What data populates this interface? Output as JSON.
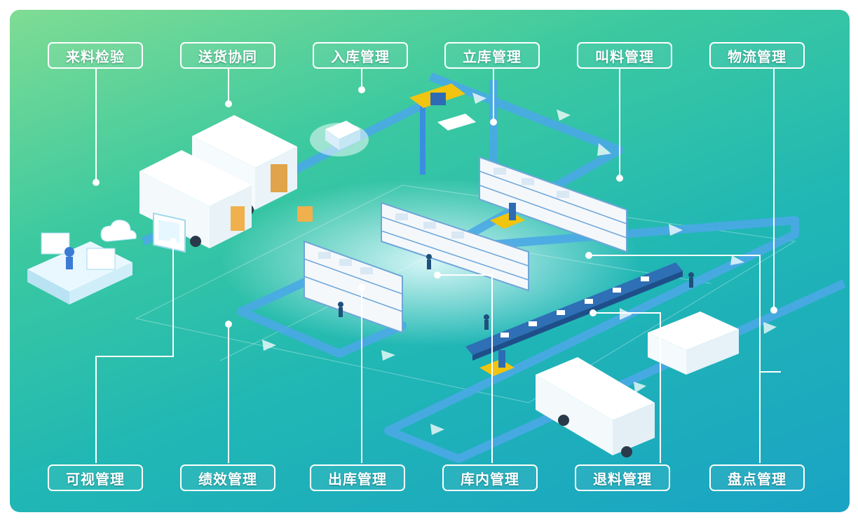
{
  "labels": {
    "incoming_inspection": "来料检验",
    "delivery_collaboration": "送货协同",
    "inbound_management": "入库管理",
    "asrs_management": "立库管理",
    "material_call_management": "叫料管理",
    "logistics_management": "物流管理",
    "visual_management": "可视管理",
    "performance_management": "绩效管理",
    "outbound_management": "出库管理",
    "in_warehouse_management": "库内管理",
    "material_return_management": "退料管理",
    "inventory_count_management": "盘点管理"
  },
  "colors": {
    "gradient_top": "#7fdc93",
    "gradient_bottom": "#1aa3c4",
    "path_blue": "#4aa8e6",
    "label_border": "#ffffff",
    "forklift_yellow": "#f1c40f"
  },
  "icons": [
    "truck-icon",
    "forklift-icon",
    "rack-icon",
    "conveyor-icon",
    "worker-icon",
    "monitor-icon",
    "cloud-icon",
    "robot-icon"
  ]
}
